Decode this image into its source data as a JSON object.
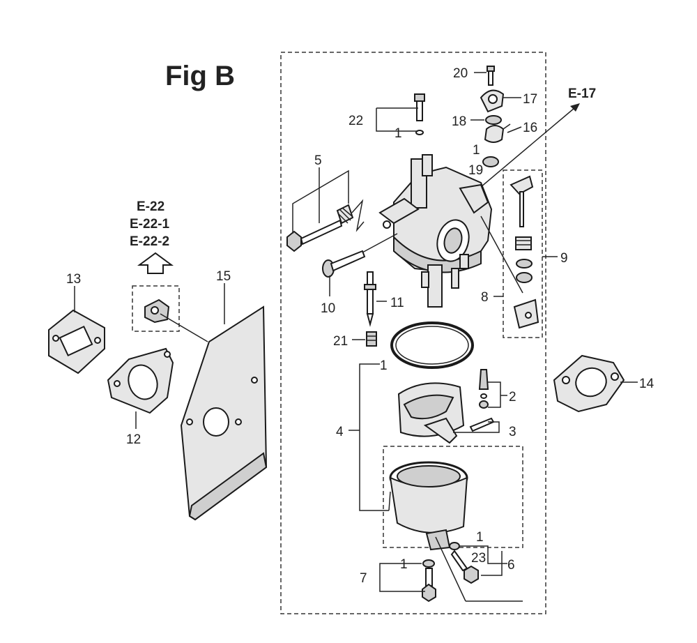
{
  "figure": {
    "title": "Fig B",
    "references": {
      "e17": "E-17",
      "e22": "E-22",
      "e22_1": "E-22-1",
      "e22_2": "E-22-2"
    },
    "callouts": {
      "c1a": "1",
      "c1b": "1",
      "c1c": "1",
      "c1d": "1",
      "c1e": "1",
      "c2": "2",
      "c3": "3",
      "c4": "4",
      "c5": "5",
      "c6": "6",
      "c7": "7",
      "c8": "8",
      "c9": "9",
      "c10": "10",
      "c11": "11",
      "c12": "12",
      "c13": "13",
      "c14": "14",
      "c15": "15",
      "c16": "16",
      "c17": "17",
      "c18": "18",
      "c19": "19",
      "c20": "20",
      "c21": "21",
      "c22": "22",
      "c23": "23"
    }
  }
}
